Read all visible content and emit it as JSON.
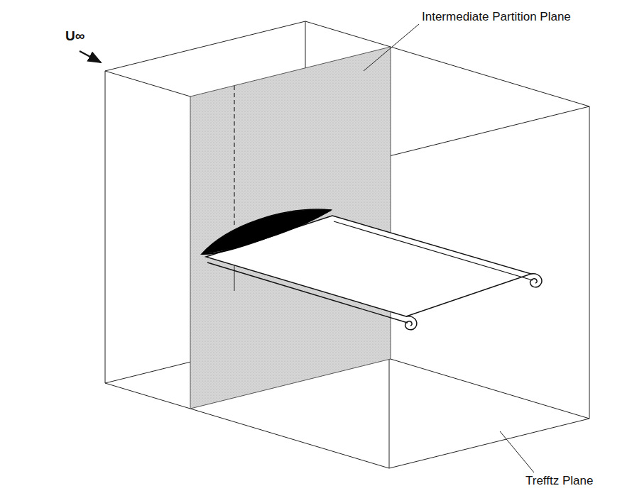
{
  "diagram": {
    "labels": [
      "U∞",
      "Intermediate Partition Plane",
      "Trefftz Plane"
    ]
  }
}
